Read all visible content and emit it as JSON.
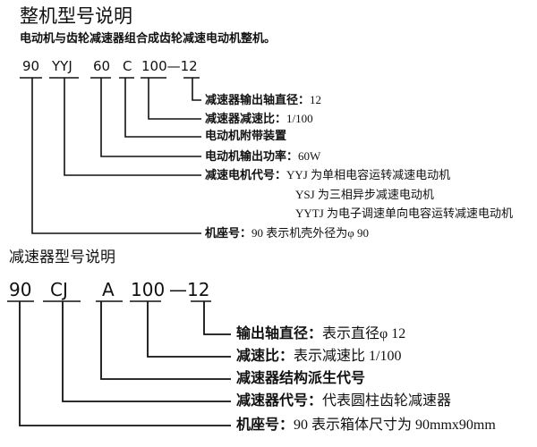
{
  "section1": {
    "title": "整机型号说明",
    "subtitle": "电动机与齿轮减速器组合成齿轮减速电动机整机。",
    "codes": [
      "90",
      "YYJ",
      "60",
      "C",
      "100—12"
    ],
    "rows": [
      {
        "label": "减速器输出轴直径：",
        "value": "12"
      },
      {
        "label": "减速器减速比：",
        "value": "1/100"
      },
      {
        "label": "电动机附带装置",
        "value": ""
      },
      {
        "label": "电动机输出功率：",
        "value": "60W"
      },
      {
        "label": "减速电机代号：",
        "value": "YYJ 为单相电容运转减速电动机"
      },
      {
        "label": "",
        "value": "YSJ 为三相异步减速电动机"
      },
      {
        "label": "",
        "value": "YYTJ 为电子调速单向电容运转减速电动机"
      },
      {
        "label": "机座号：",
        "value": "90 表示机壳外径为φ 90"
      }
    ]
  },
  "section2": {
    "title": "减速器型号说明",
    "codes": [
      "90",
      "CJ",
      "A",
      "100",
      "—12"
    ],
    "rows": [
      {
        "label": "输出轴直径：",
        "value": "表示直径φ 12"
      },
      {
        "label": "减速比：",
        "value": "表示减速比 1/100"
      },
      {
        "label": "减速器结构派生代号",
        "value": ""
      },
      {
        "label": "减速器代号：",
        "value": "代表圆柱齿轮减速器"
      },
      {
        "label": "机座号：",
        "value": "90 表示箱体尺寸为 90mmx90mm"
      }
    ]
  }
}
